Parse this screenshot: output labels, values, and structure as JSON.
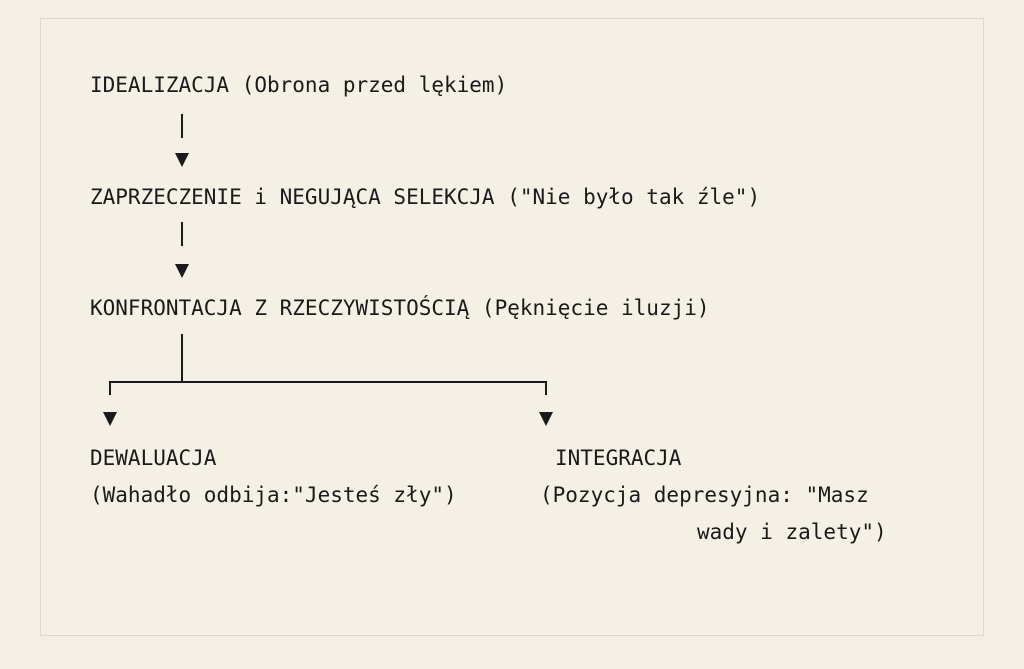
{
  "nodes": {
    "idealization": "IDEALIZACJA (Obrona przed lękiem)",
    "denial": "ZAPRZECZENIE i NEGUJĄCA SELEKCJA (\"Nie było tak źle\")",
    "confrontation": "KONFRONTACJA Z RZECZYWISTOŚCIĄ (Pęknięcie iluzji)",
    "devaluation": {
      "title": "DEWALUACJA",
      "detail": "(Wahadło odbija:\"Jesteś zły\")"
    },
    "integration": {
      "title": "INTEGRACJA",
      "detail_line1": "(Pozycja depresyjna: \"Masz",
      "detail_line2": "wady i zalety\")"
    }
  }
}
